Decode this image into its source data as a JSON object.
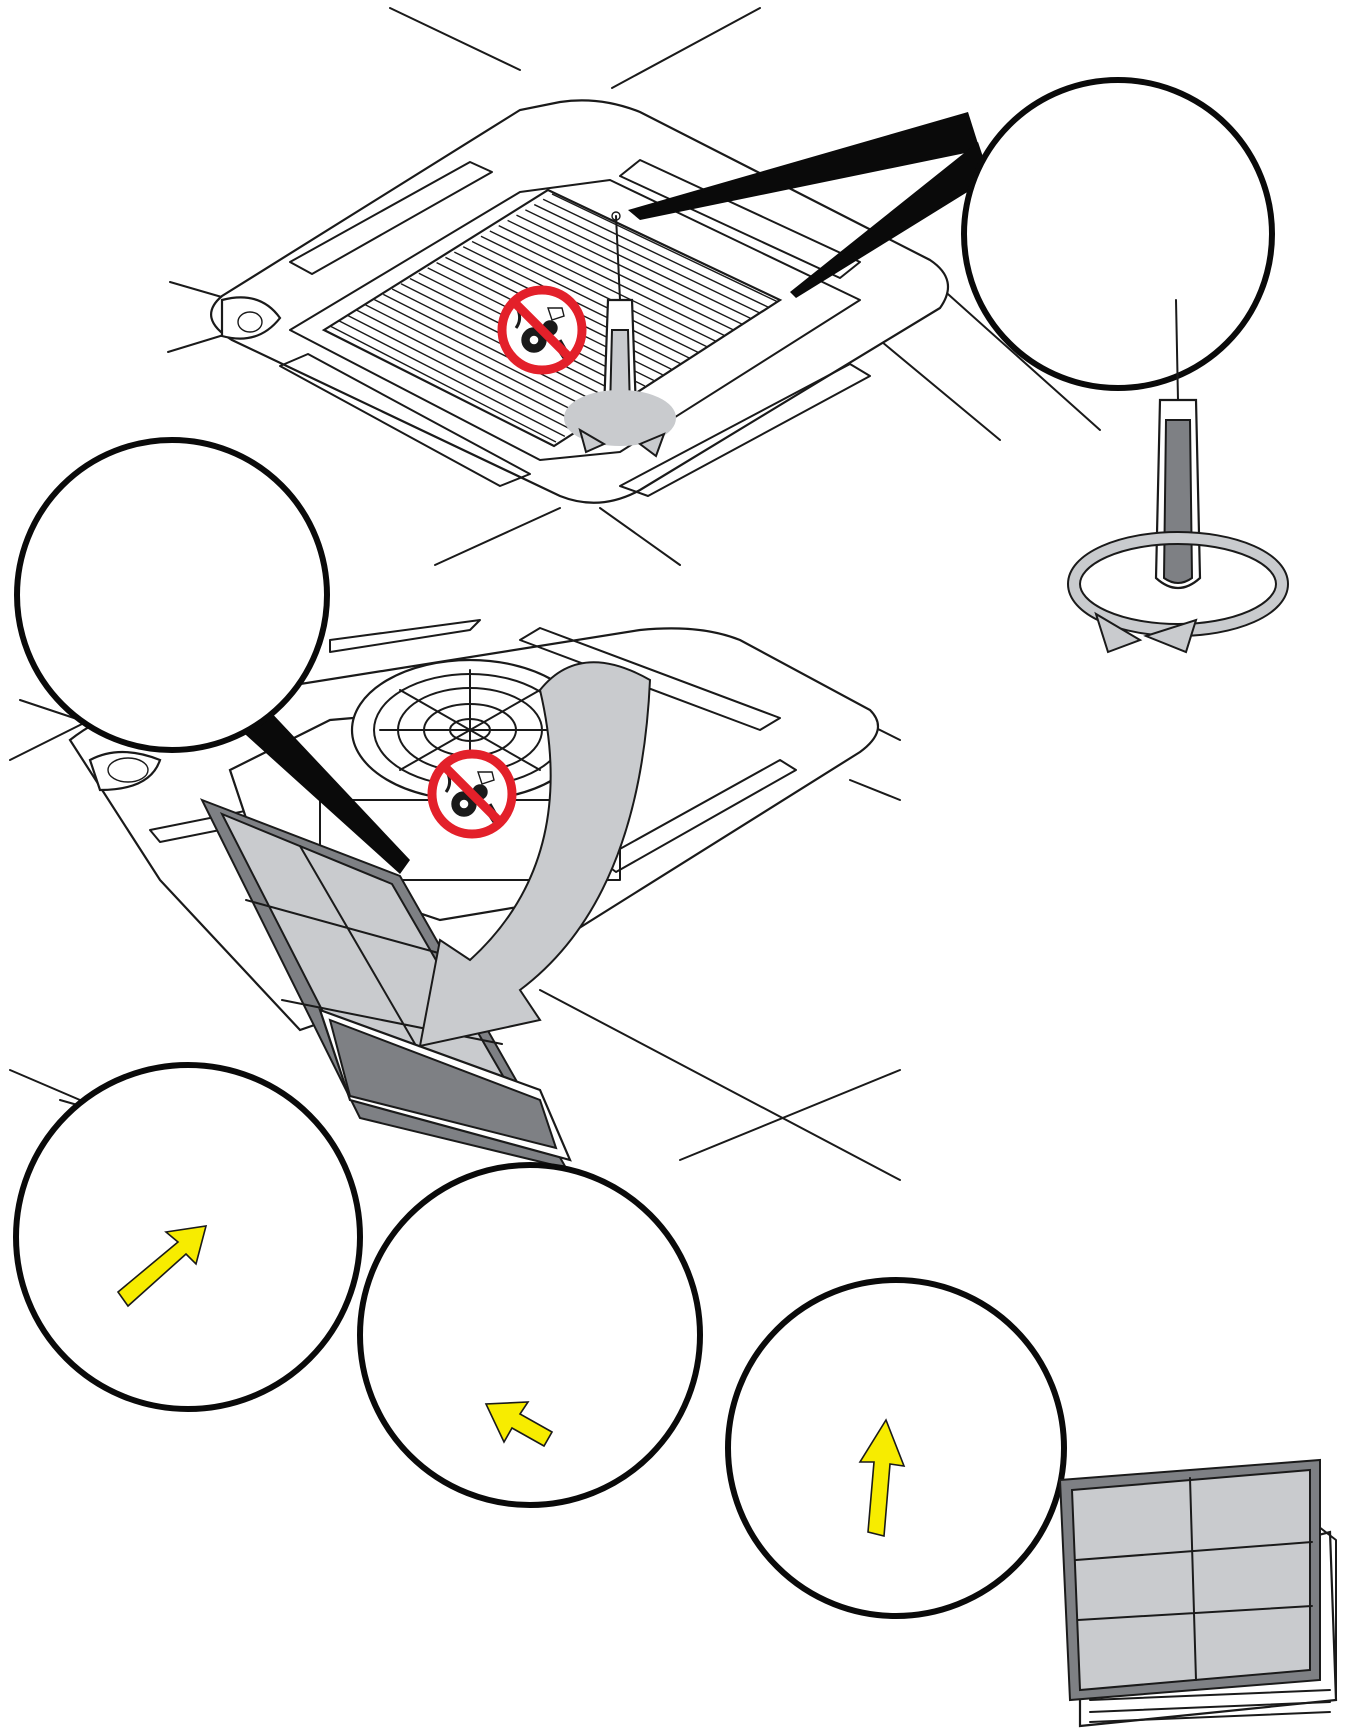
{
  "figure": {
    "steps": [
      {
        "id": "unscrew-grille",
        "action": "rotate-counterclockwise"
      },
      {
        "id": "unhook-cord-and-lower-grille",
        "action": "swing-down"
      },
      {
        "id": "release-filter-latch",
        "action": "press"
      },
      {
        "id": "slide-filter",
        "action": "slide"
      },
      {
        "id": "lift-filter",
        "action": "lift"
      },
      {
        "id": "filter-removed",
        "action": "result"
      }
    ],
    "icons": [
      "screwdriver-icon",
      "rotate-arrow-icon",
      "no-tools-maintenance-icon",
      "curved-arrow-icon",
      "push-arrow-icon"
    ],
    "colors": {
      "line": "#1a1a1a",
      "filter_gray": "#c9cbce",
      "frame_dark": "#7e8084",
      "prohibition_red": "#e3202a",
      "arrow_yellow": "#f7ec00"
    }
  }
}
